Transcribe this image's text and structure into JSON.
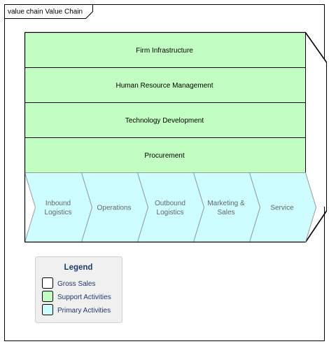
{
  "frame": {
    "title": "value chain Value Chain"
  },
  "support_activities": [
    {
      "label": "Firm Infrastructure"
    },
    {
      "label": "Human Resource Management"
    },
    {
      "label": "Technology Development"
    },
    {
      "label": "Procurement"
    }
  ],
  "primary_activities": [
    {
      "lines": [
        "Inbound",
        "Logistics"
      ]
    },
    {
      "lines": [
        "Operations"
      ]
    },
    {
      "lines": [
        "Outbound",
        "Logistics"
      ]
    },
    {
      "lines": [
        "Marketing &",
        "Sales"
      ]
    },
    {
      "lines": [
        "Service"
      ]
    }
  ],
  "legend": {
    "title": "Legend",
    "items": [
      {
        "label": "Gross Sales",
        "color": "#ffffff"
      },
      {
        "label": "Support Activities",
        "color": "#c2fec2"
      },
      {
        "label": "Primary Activities",
        "color": "#cdfdff"
      }
    ]
  },
  "colors": {
    "support": "#c2fec2",
    "primary": "#cdfdff",
    "legend_bg": "#f0f0f0",
    "legend_text": "#1f3b6b",
    "primary_text": "#666666"
  }
}
